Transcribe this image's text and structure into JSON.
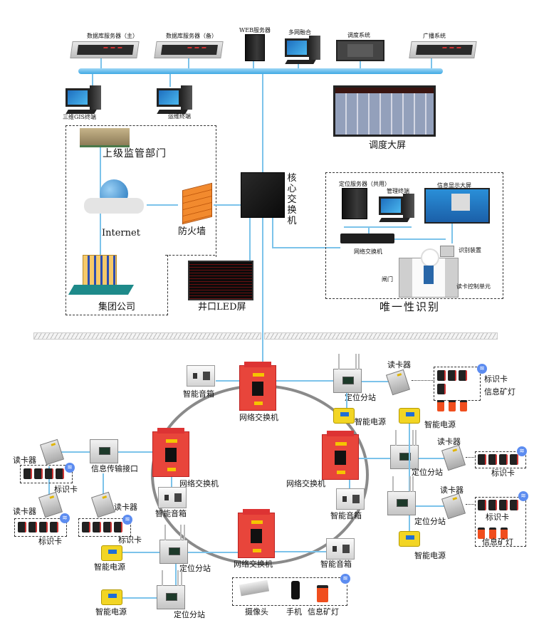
{
  "top_network": {
    "db_server_primary": "数据库服务器（主）",
    "db_server_backup": "数据库服务器（备）",
    "web_server": "WEB服务器",
    "multi_network_fusion": "多网融合",
    "dispatch_system": "调度系统",
    "broadcast_system": "广播系统",
    "gis_terminal": "三维GIS终端",
    "ops_terminal": "运维终端",
    "dispatch_screen": "调度大屏"
  },
  "external": {
    "supervisor_dept": "上级监管部门",
    "internet": "Internet",
    "firewall": "防火墙",
    "group_company": "集团公司"
  },
  "core": {
    "core_switch": "核心交换机",
    "led_screen": "井口LED屏"
  },
  "unique_id": {
    "title": "唯一性识别",
    "positioning_server": "定位服务器（共用）",
    "management_terminal": "管理终端",
    "info_display": "信息显示大屏",
    "network_switch": "网络交换机",
    "recognition_device": "识别装置",
    "gate": "闸门",
    "card_reader_control": "读卡控制单元"
  },
  "underground": {
    "network_switch": "网络交换机",
    "smart_speaker": "智能音箱",
    "positioning_substation": "定位分站",
    "smart_power": "智能电源",
    "card_reader": "读卡器",
    "id_card": "标识卡",
    "info_lamp": "信息矿灯",
    "info_interface": "信息传输接口",
    "camera": "摄像头",
    "phone": "手机"
  },
  "colors": {
    "link": "#7cc3ea",
    "switch_red": "#e8453b",
    "power_yellow": "#f2d524",
    "wifi_blue": "#5c8cf0"
  }
}
